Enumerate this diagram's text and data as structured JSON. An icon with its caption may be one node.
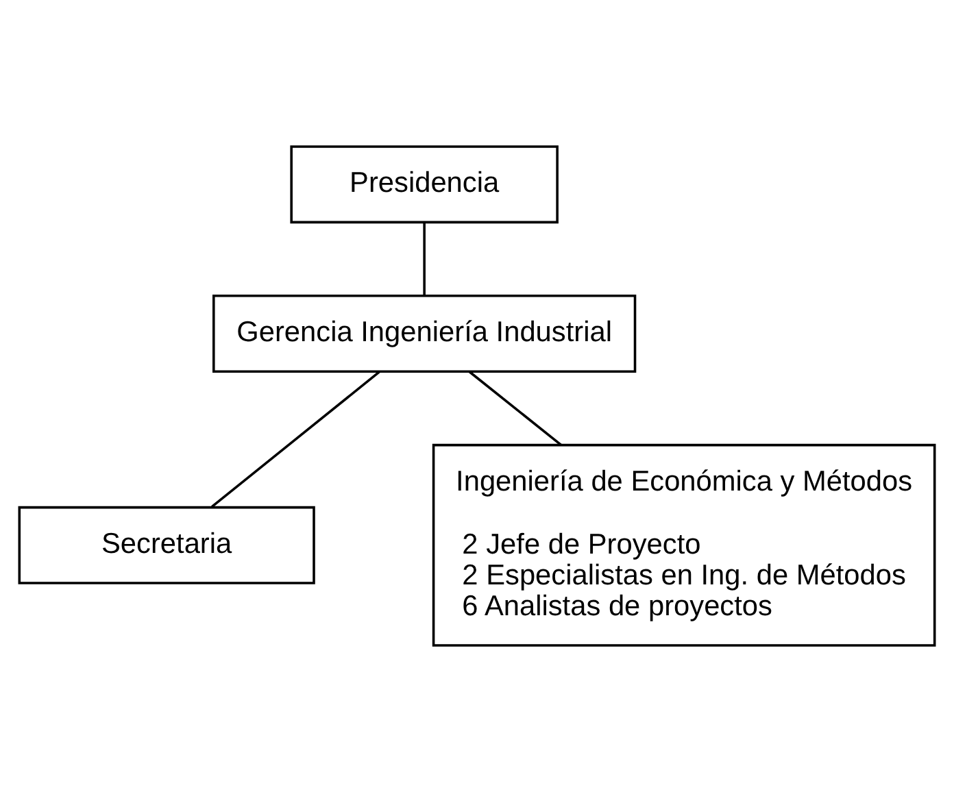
{
  "diagram": {
    "nodes": [
      {
        "text": [
          "Presidencia"
        ]
      },
      {
        "text": [
          "Gerencia Ingeniería Industrial"
        ]
      },
      {
        "text": [
          "Secretaria"
        ]
      },
      {
        "text": [
          "Ingeniería de Económica y Métodos",
          "2 Jefe de Proyecto",
          "2 Especialistas en Ing. de Métodos",
          "6 Analistas de proyectos"
        ]
      }
    ],
    "edges": [
      {
        "from": 0,
        "to": 1,
        "arrow": "none"
      },
      {
        "from": 1,
        "to": 2,
        "arrow": "none"
      },
      {
        "from": 1,
        "to": 3,
        "arrow": "none"
      }
    ]
  }
}
